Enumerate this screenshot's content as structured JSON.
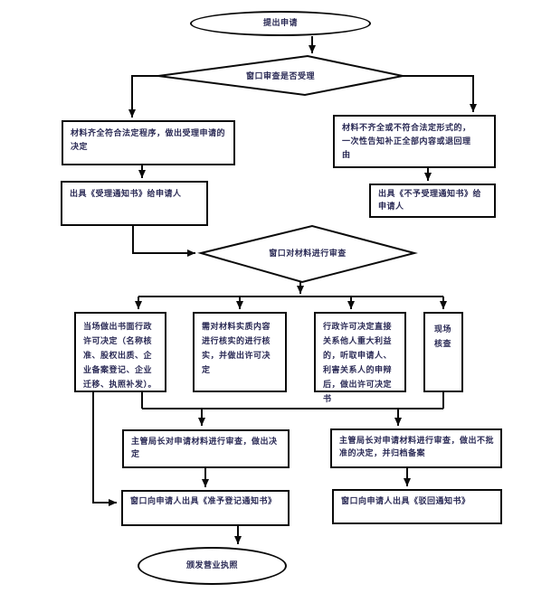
{
  "flowchart": {
    "nodes": [
      {
        "id": "start",
        "type": "ellipse",
        "label": "提出申请"
      },
      {
        "id": "accept_check",
        "type": "diamond",
        "label": "窗口审查是否受理"
      },
      {
        "id": "materials_complete",
        "type": "rect",
        "label": "材料齐全符合法定程序，做出受理申请的决定"
      },
      {
        "id": "materials_incomplete",
        "type": "rect",
        "label": "材料不齐全或不符合法定形式的，一次性告知补正全部内容或退回理由"
      },
      {
        "id": "acceptance_notice",
        "type": "rect",
        "label": "出具《受理通知书》给申请人"
      },
      {
        "id": "non_acceptance_notice",
        "type": "rect",
        "label": "出具《不予受理通知书》给申请人"
      },
      {
        "id": "material_review",
        "type": "diamond",
        "label": "窗口对材料进行审查"
      },
      {
        "id": "onsite_decision",
        "type": "rect",
        "label": "当场做出书面行政许可决定（名称核准、股权出质、企业备案登记、企业迁移、执照补发）。"
      },
      {
        "id": "verify_contents",
        "type": "rect",
        "label": "需对材料实质内容进行核实的进行核实，并做出许可决定"
      },
      {
        "id": "major_interests",
        "type": "rect",
        "label": "行政许可决定直接关系他人重大利益的，听取申请人、利害关系人的申辩后，做出许可决定书"
      },
      {
        "id": "onsite_check",
        "type": "rect",
        "label": "现场核查"
      },
      {
        "id": "director_review_approve",
        "type": "rect",
        "label": "主管局长对申请材料进行审查，做出决定"
      },
      {
        "id": "director_review_reject",
        "type": "rect",
        "label": "主管局长对申请材料进行审查，做出不批准的决定，并归档备案"
      },
      {
        "id": "registration_notice",
        "type": "rect",
        "label": "窗口向申请人出具《准予登记通知书》"
      },
      {
        "id": "rejection_notice_window",
        "type": "rect",
        "label": "窗口向申请人出具《驳回通知书》"
      },
      {
        "id": "issue_license",
        "type": "ellipse",
        "label": "颁发营业执照"
      }
    ],
    "edges": [
      {
        "from": "start",
        "to": "accept_check"
      },
      {
        "from": "accept_check",
        "to": "materials_complete"
      },
      {
        "from": "accept_check",
        "to": "materials_incomplete"
      },
      {
        "from": "materials_complete",
        "to": "acceptance_notice"
      },
      {
        "from": "materials_incomplete",
        "to": "non_acceptance_notice"
      },
      {
        "from": "acceptance_notice",
        "to": "material_review"
      },
      {
        "from": "material_review",
        "to": "onsite_decision"
      },
      {
        "from": "material_review",
        "to": "verify_contents"
      },
      {
        "from": "material_review",
        "to": "major_interests"
      },
      {
        "from": "material_review",
        "to": "onsite_check"
      },
      {
        "from": "onsite_decision",
        "to": "registration_notice"
      },
      {
        "from": "onsite_decision",
        "to": "director_review_approve"
      },
      {
        "from": "onsite_check",
        "to": "director_review_reject"
      },
      {
        "from": "director_review_approve",
        "to": "registration_notice"
      },
      {
        "from": "director_review_reject",
        "to": "rejection_notice_window"
      },
      {
        "from": "registration_notice",
        "to": "issue_license"
      }
    ],
    "colors": {
      "line": "#0a0a0a",
      "text": "#2a2a55",
      "background": "#ffffff"
    }
  }
}
